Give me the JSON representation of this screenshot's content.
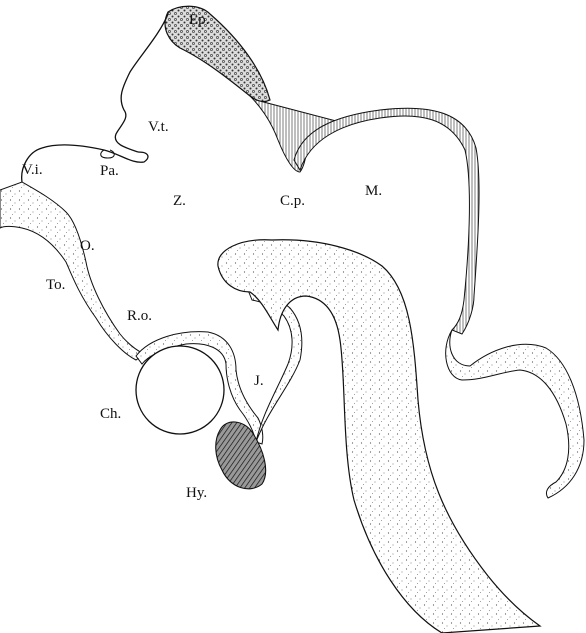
{
  "labels": {
    "ep": "Ep.",
    "vt": "V.t.",
    "vi": "V.i.",
    "pa": "Pa.",
    "z": "Z.",
    "cp": "C.p.",
    "m": "M.",
    "o": "O.",
    "to": "To.",
    "ro": "R.o.",
    "j": "J.",
    "ch": "Ch.",
    "hy": "Hy."
  },
  "colors": {
    "ink": "#111111",
    "stipple": "#555555",
    "paper": "#ffffff"
  }
}
